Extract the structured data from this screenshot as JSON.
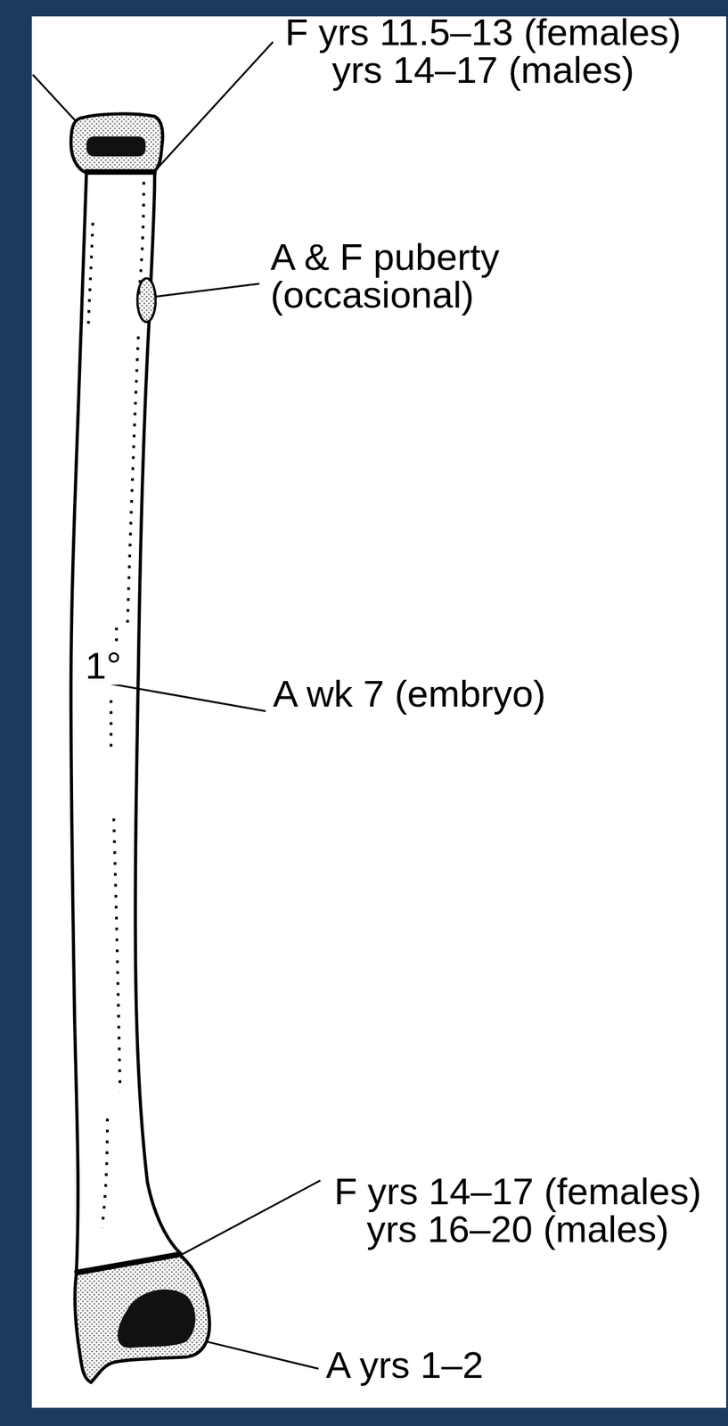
{
  "diagram": {
    "labels": [
      "F yrs 11.5–13 (females) yrs 14–17 (males)",
      "A & F puberty (occasional)",
      "1°",
      "A wk 7 (embryo)",
      "F yrs 14–17 (females) yrs 16–20 (males)",
      "A yrs 1–2"
    ]
  }
}
